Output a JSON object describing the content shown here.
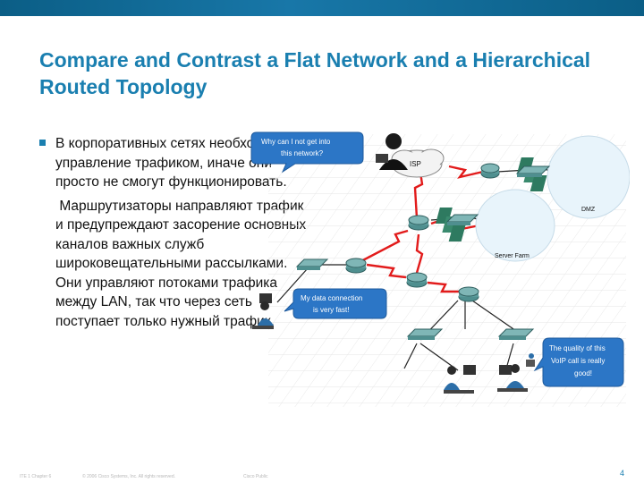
{
  "slide": {
    "title": "Compare and Contrast a Flat Network and a Hierarchical Routed Topology",
    "paragraph1": "В корпоративных сетях необходимо управление трафиком, иначе они просто не смогут функционировать.",
    "paragraph2": " Маршрутизаторы направляют трафик и предупреждают засорение основных каналов важных служб широковещательными рассылками. Они управляют потоками трафика между LAN, так что через сеть поступает только нужный трафик.",
    "page_number": "4"
  },
  "footer": {
    "course": "ITE 1 Chapter 6",
    "copyright": "© 2006 Cisco Systems, Inc. All rights reserved.",
    "classification": "Cisco Public"
  },
  "diagram": {
    "bubble1_line1": "Why can I not get into",
    "bubble1_line2": "this network?",
    "bubble2_line1": "My data connection",
    "bubble2_line2": "is very fast!",
    "bubble3_line1": "The quality of this",
    "bubble3_line2": "VoIP call is really",
    "bubble3_line3": "good!",
    "isp_label": "ISP",
    "dmz_label": "DMZ",
    "serverfarm_label": "Server Farm"
  },
  "colors": {
    "accent": "#1a7fb0",
    "header_bar": "#0b5e86",
    "wan_link": "#e21b1b",
    "bubble": "#2c76c6",
    "network_device": "#4f8f8f"
  }
}
